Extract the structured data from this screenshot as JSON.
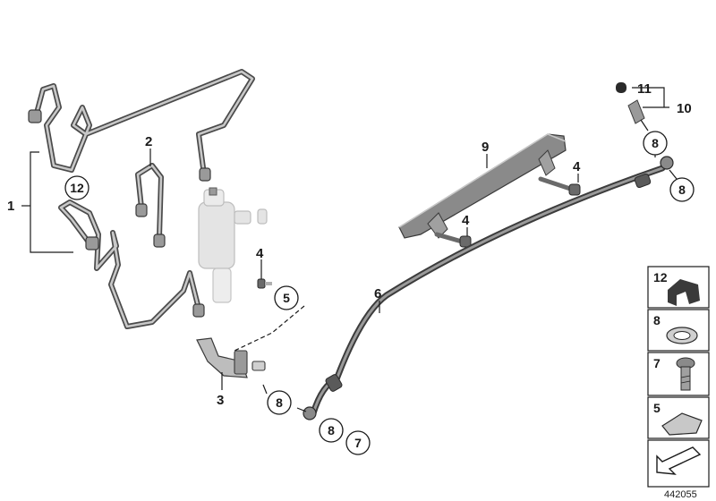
{
  "callouts": {
    "c1": "1",
    "c2": "2",
    "c3": "3",
    "c4a": "4",
    "c4b": "4",
    "c4c": "4",
    "c5": "5",
    "c6": "6",
    "c7": "7",
    "c8a": "8",
    "c8b": "8",
    "c8c": "8",
    "c8d": "8",
    "c9": "9",
    "c10": "10",
    "c11": "11",
    "c12": "12"
  },
  "legend": [
    {
      "label": "12",
      "icon": "clip-icon"
    },
    {
      "label": "8",
      "icon": "sealing-ring-icon"
    },
    {
      "label": "7",
      "icon": "banjo-bolt-icon"
    },
    {
      "label": "5",
      "icon": "bracket-icon"
    },
    {
      "label": "",
      "icon": "direction-arrow-icon"
    }
  ],
  "reference_number": "442055",
  "colors": {
    "line": "#1a1a1a",
    "pipe": "#4a4a4a",
    "part_fill": "#e6e6e6"
  }
}
